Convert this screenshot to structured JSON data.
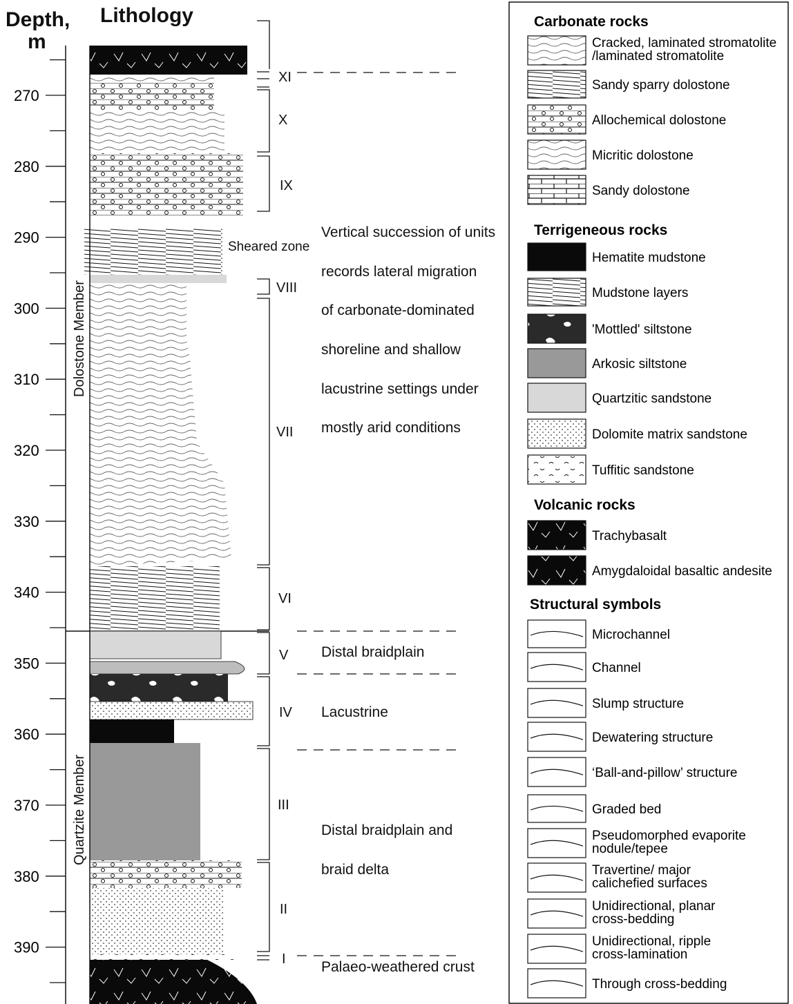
{
  "header": {
    "depth_label_line1": "Depth,",
    "depth_label_line2": "m",
    "lithology_label": "Lithology"
  },
  "depth_ticks": [
    "270",
    "280",
    "290",
    "300",
    "310",
    "320",
    "330",
    "340",
    "350",
    "360",
    "370",
    "380",
    "390"
  ],
  "members": {
    "upper": "Dolostone Member",
    "lower": "Quartzite Member"
  },
  "units": [
    "XI",
    "X",
    "IX",
    "VIII",
    "VII",
    "VI",
    "V",
    "IV",
    "III",
    "II",
    "I"
  ],
  "sheared_zone": "Sheared zone",
  "interpretations": {
    "carbonate_lines": [
      "Vertical succession of units",
      "records lateral migration",
      "of carbonate-dominated",
      "shoreline and shallow",
      "lacustrine settings under",
      "mostly arid conditions"
    ],
    "distal_braidplain": "Distal braidplain",
    "lacustrine": "Lacustrine",
    "braid_delta_lines": [
      "Distal braidplain and",
      "braid delta"
    ],
    "palaeo_crust": "Palaeo-weathered crust"
  },
  "legend": {
    "carbonate_heading": "Carbonate rocks",
    "carbonate": [
      [
        "Cracked, laminated stromatolite",
        "/laminated stromatolite"
      ],
      [
        "Sandy sparry dolostone"
      ],
      [
        "Allochemical dolostone"
      ],
      [
        "Micritic dolostone"
      ],
      [
        "Sandy dolostone"
      ]
    ],
    "terrigenous_heading": "Terrigeneous rocks",
    "terrigenous": [
      [
        "Hematite mudstone"
      ],
      [
        "Mudstone layers"
      ],
      [
        "'Mottled' siltstone"
      ],
      [
        "Arkosic siltstone"
      ],
      [
        "Quartzitic sandstone"
      ],
      [
        "Dolomite matrix sandstone"
      ],
      [
        "Tuffitic sandstone"
      ]
    ],
    "volcanic_heading": "Volcanic rocks",
    "volcanic": [
      [
        "Trachybasalt"
      ],
      [
        "Amygdaloidal basaltic andesite"
      ]
    ],
    "structural_heading": "Structural symbols",
    "structural": [
      [
        "Microchannel"
      ],
      [
        "Channel"
      ],
      [
        "Slump structure"
      ],
      [
        "Dewatering structure"
      ],
      [
        "‘Ball-and-pillow’ structure"
      ],
      [
        "Graded bed"
      ],
      [
        "Pseudomorphed evaporite",
        "nodule/tepee"
      ],
      [
        "Travertine/ major",
        "calichefied surfaces"
      ],
      [
        "Unidirectional, planar",
        "cross-bedding"
      ],
      [
        "Unidirectional, ripple",
        "cross-lamination"
      ],
      [
        "Through cross-bedding"
      ]
    ]
  },
  "colors": {
    "ink": "#111111",
    "arkosic": "#999999",
    "quartzitic": "#d8d8d8",
    "trachybasalt": "#0a0a0a"
  }
}
